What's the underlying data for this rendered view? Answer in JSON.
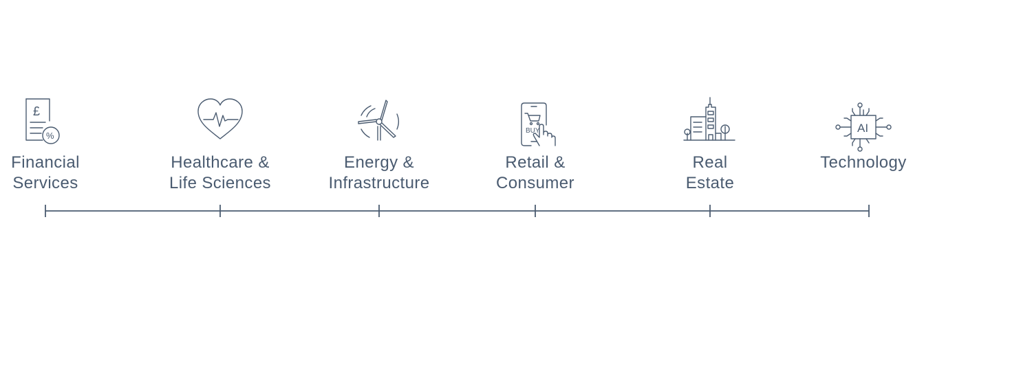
{
  "sectors": [
    {
      "id": "financial",
      "line1": "Financial",
      "line2": "Services",
      "icon": "invoice-percent-icon"
    },
    {
      "id": "healthcare",
      "line1": "Healthcare &",
      "line2": "Life Sciences",
      "icon": "heart-pulse-icon"
    },
    {
      "id": "energy",
      "line1": "Energy &",
      "line2": "Infrastructure",
      "icon": "wind-turbine-icon"
    },
    {
      "id": "retail",
      "line1": "Retail &",
      "line2": "Consumer",
      "icon": "phone-buy-icon"
    },
    {
      "id": "realestate",
      "line1": "Real",
      "line2": "Estate",
      "icon": "buildings-icon"
    },
    {
      "id": "technology",
      "line1": "Technology",
      "line2": "",
      "icon": "ai-chip-icon"
    }
  ],
  "icon_text": {
    "pound": "£",
    "percent": "%",
    "buy": "BUY",
    "ai": "AI"
  },
  "colors": {
    "ink": "#4a5b70",
    "background": "#ffffff"
  }
}
